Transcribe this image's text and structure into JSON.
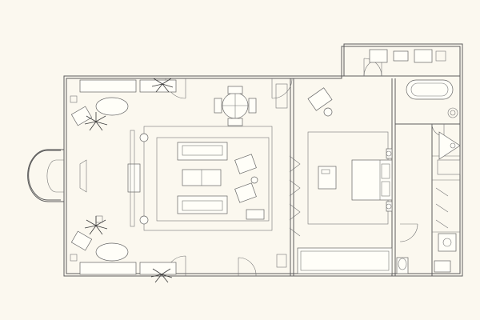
{
  "diagram": {
    "kind": "architectural floor plan",
    "colors": {
      "background": "#fbf8ef",
      "line": "#5c5c5c",
      "furniture_fill": "#fffef8",
      "plant": "#3a3a3a"
    },
    "areas": [
      {
        "id": "living-room",
        "items": [
          "sofa-left-side",
          "sofa-right-side",
          "coffee-tables",
          "armchair",
          "tv-console",
          "floor-lamps"
        ]
      },
      {
        "id": "dining-nook",
        "items": [
          "round-dining-table",
          "dining-chairs"
        ]
      },
      {
        "id": "west-bay-terrace",
        "items": [
          "semicircular-bay",
          "lounge-chairs",
          "oval-side-tables",
          "potted-plants"
        ]
      },
      {
        "id": "bedroom",
        "items": [
          "double-bed",
          "nightstands",
          "desk",
          "lounge-chair",
          "wardrobe-bench"
        ]
      },
      {
        "id": "bathroom",
        "items": [
          "freestanding-bathtub",
          "shower-enclosure",
          "sink",
          "toilet",
          "wardrobe"
        ]
      },
      {
        "id": "balcony",
        "items": [
          "lounge-chairs",
          "side-tables"
        ]
      }
    ],
    "icons": [
      "door-swing-icon",
      "plant-icon",
      "shower-icon",
      "sink-icon",
      "toilet-icon",
      "bathtub-icon"
    ],
    "text_labels": []
  }
}
